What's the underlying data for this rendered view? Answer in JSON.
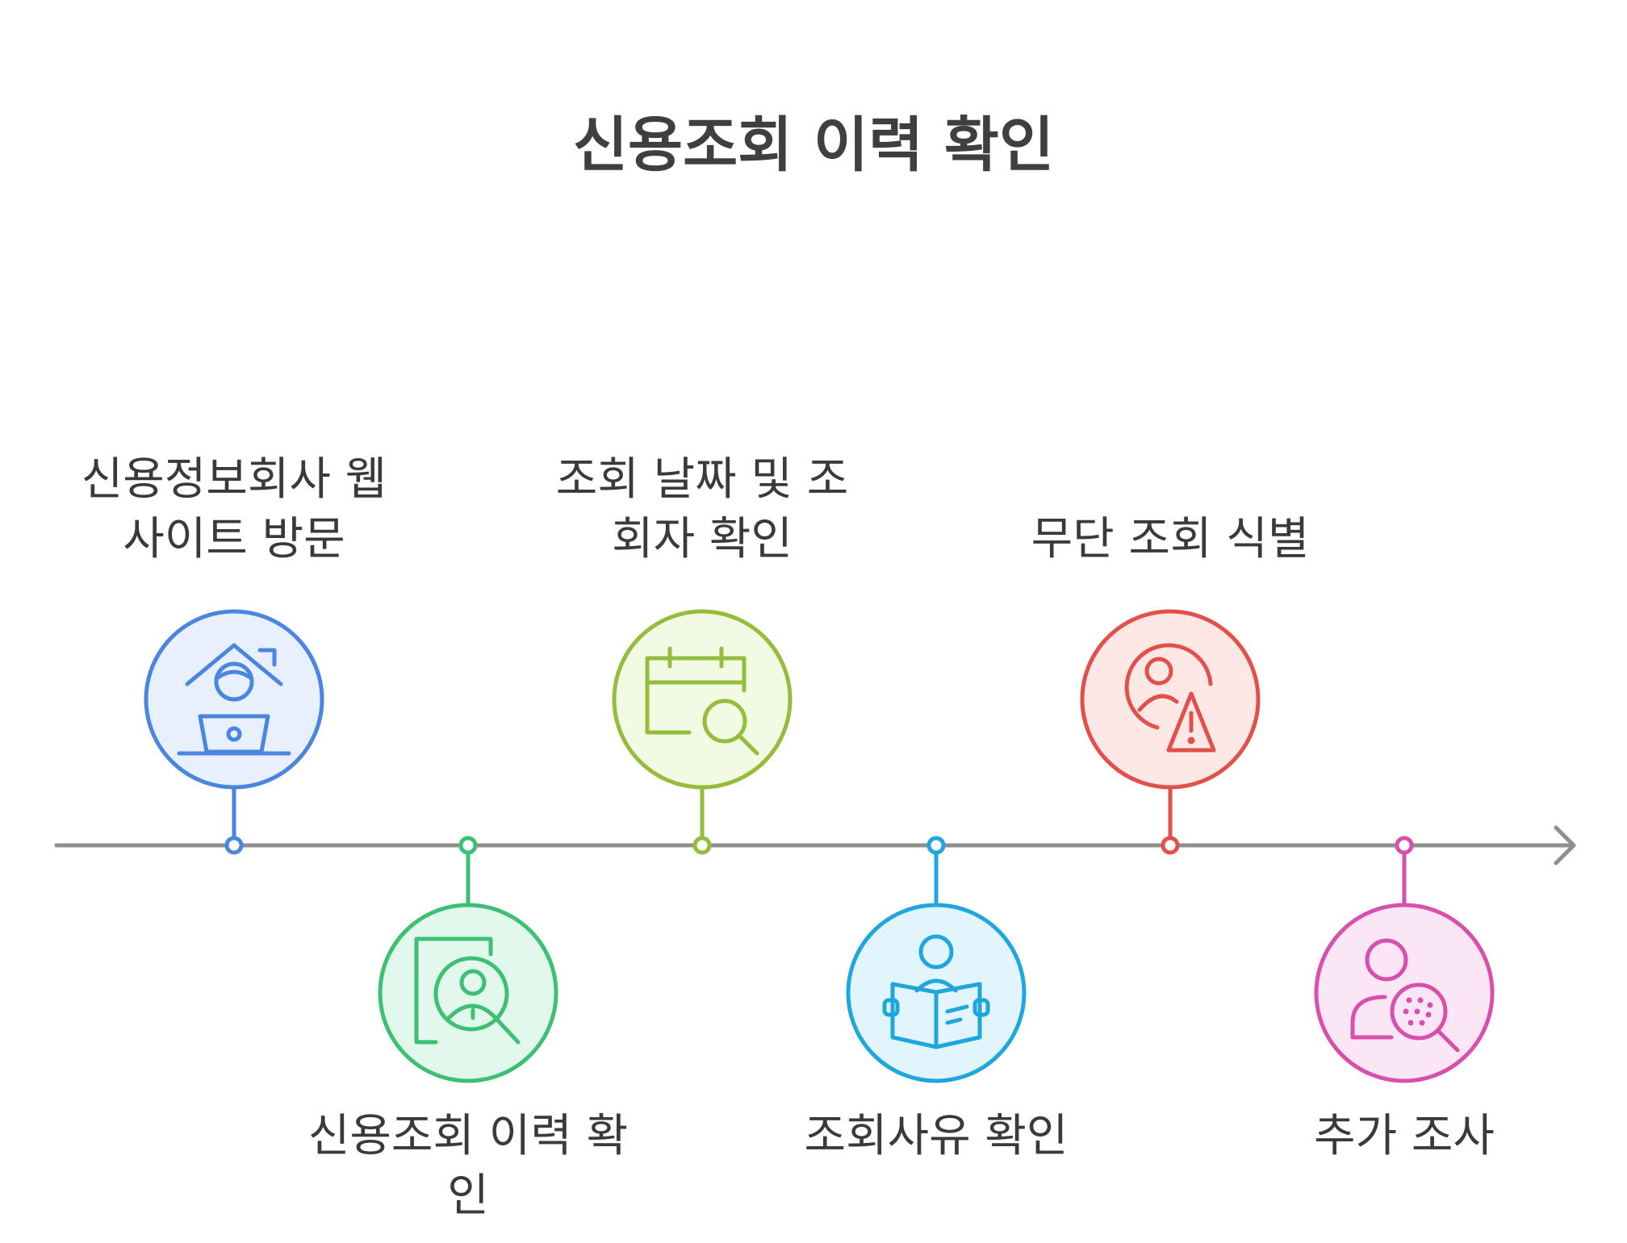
{
  "title": "신용조회 이력 확인",
  "steps": [
    {
      "label": "신용정보회사 웹\n사이트 방문",
      "position": "top",
      "icon": "house-laptop-icon",
      "color": "#4a86e0",
      "fill": "#e8f0fd"
    },
    {
      "label": "신용조회 이력 확\n인",
      "position": "bottom",
      "icon": "document-search-person-icon",
      "color": "#3dbf74",
      "fill": "#e3f8ec"
    },
    {
      "label": "조회 날짜 및 조\n회자 확인",
      "position": "top",
      "icon": "calendar-search-icon",
      "color": "#95bd3c",
      "fill": "#f3fae3"
    },
    {
      "label": "조회사유 확인",
      "position": "bottom",
      "icon": "person-reading-book-icon",
      "color": "#1fa7dd",
      "fill": "#e3f5fc"
    },
    {
      "label": "무단 조회 식별",
      "position": "top",
      "icon": "person-warning-icon",
      "color": "#e2504b",
      "fill": "#fde8e6"
    },
    {
      "label": "추가 조사",
      "position": "bottom",
      "icon": "person-magnifier-icon",
      "color": "#d94fac",
      "fill": "#fbe6f5"
    }
  ],
  "axis_color": "#8f8f8f"
}
